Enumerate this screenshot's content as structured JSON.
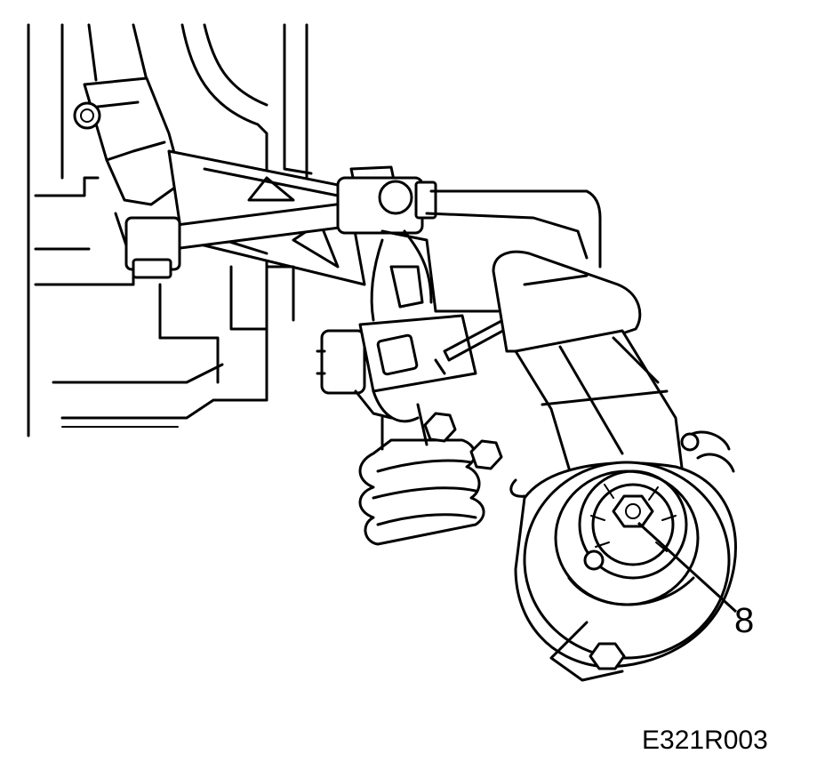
{
  "diagram": {
    "callouts": [
      {
        "id": "callout-8",
        "label": "8"
      }
    ],
    "figure_id": "E321R003",
    "colors": {
      "line": "#000000",
      "background": "#ffffff"
    }
  }
}
